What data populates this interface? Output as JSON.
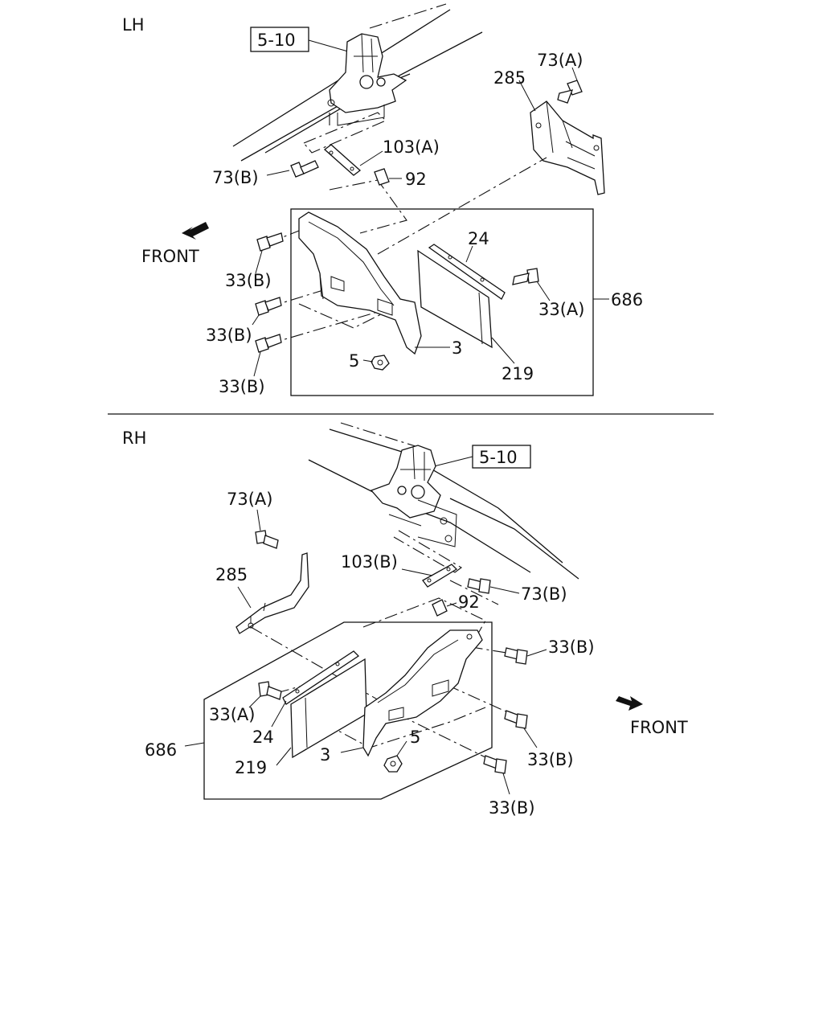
{
  "sections": {
    "lh": {
      "section_label": "LH",
      "ref_box": "5-10",
      "front_label": "FRONT",
      "callouts": {
        "c285": "285",
        "c73a": "73(A)",
        "c103a": "103(A)",
        "c73b": "73(B)",
        "c92": "92",
        "c24": "24",
        "c33b_1": "33(B)",
        "c33b_2": "33(B)",
        "c33b_3": "33(B)",
        "c33a": "33(A)",
        "c686": "686",
        "c3": "3",
        "c5": "5",
        "c219": "219"
      }
    },
    "rh": {
      "section_label": "RH",
      "ref_box": "5-10",
      "front_label": "FRONT",
      "callouts": {
        "c73a": "73(A)",
        "c285": "285",
        "c103b": "103(B)",
        "c73b": "73(B)",
        "c92": "92",
        "c33b_1": "33(B)",
        "c33a": "33(A)",
        "c24": "24",
        "c686": "686",
        "c3": "3",
        "c5": "5",
        "c219": "219",
        "c33b_2": "33(B)",
        "c33b_3": "33(B)"
      }
    }
  },
  "icons": {
    "front_arrow": "front-arrow-icon",
    "bolt": "bolt-icon",
    "nut": "nut-icon",
    "clip": "clip-icon"
  }
}
